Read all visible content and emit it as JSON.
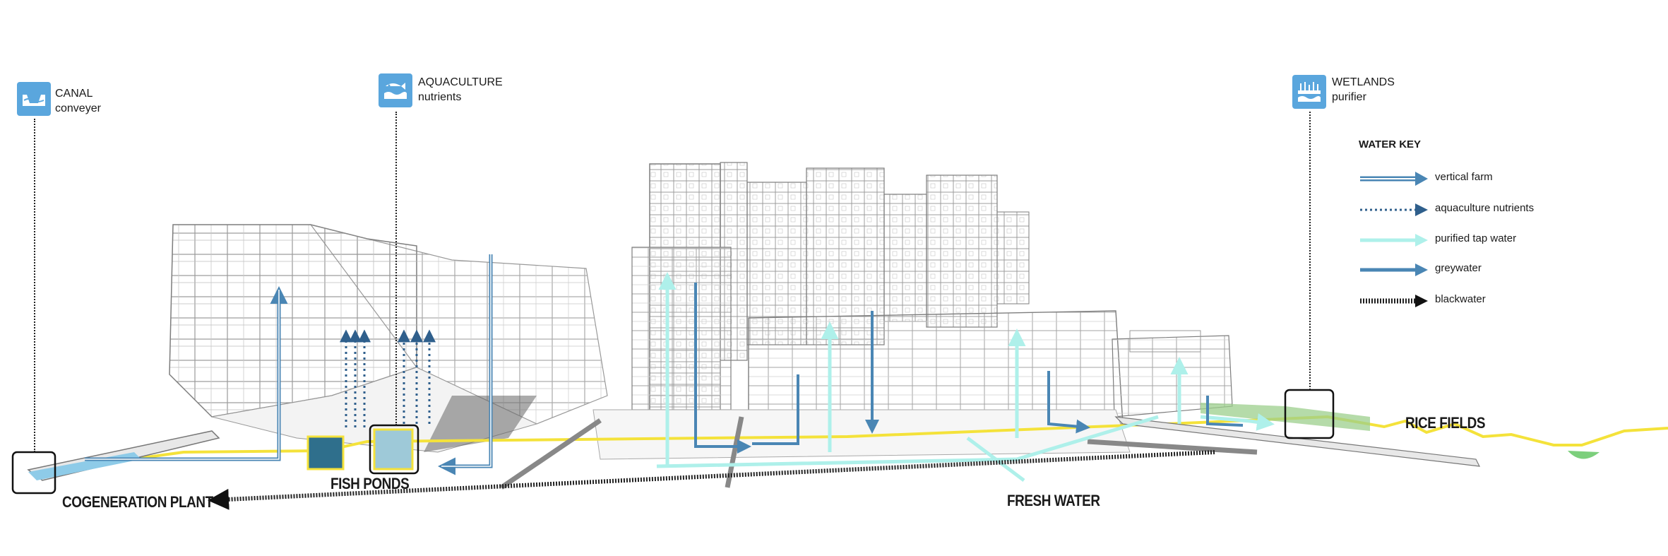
{
  "callouts": [
    {
      "title": "CANAL",
      "subtitle": "conveyer",
      "icon": "canal-icon"
    },
    {
      "title": "AQUACULTURE",
      "subtitle": "nutrients",
      "icon": "fish-icon"
    },
    {
      "title": "WETLANDS",
      "subtitle": "purifier",
      "icon": "wetlands-icon"
    }
  ],
  "places": {
    "cogeneration": "COGENERATION PLANT",
    "fish_ponds": "FISH PONDS",
    "fresh_water": "FRESH WATER",
    "rice_fields": "RICE FIELDS"
  },
  "water_key": {
    "title": "WATER KEY",
    "items": [
      {
        "label": "vertical farm",
        "style": "double",
        "color": "#4a86b4"
      },
      {
        "label": "aquaculture nutrients",
        "style": "dotted",
        "color": "#2f5f8c"
      },
      {
        "label": "purified tap water",
        "style": "solid",
        "color": "#aef0ea"
      },
      {
        "label": "greywater",
        "style": "solid",
        "color": "#4a86b4"
      },
      {
        "label": "blackwater",
        "style": "hatched",
        "color": "#222222"
      }
    ]
  },
  "colors": {
    "icon_blue": "#5aa6dd",
    "ground_yellow": "#f4e23a",
    "vertical_farm": "#4a86b4",
    "greywater": "#4a86b4",
    "purified": "#aef0ea",
    "pond_green": "#6fbf8f",
    "building_line": "#8a8a8a"
  }
}
